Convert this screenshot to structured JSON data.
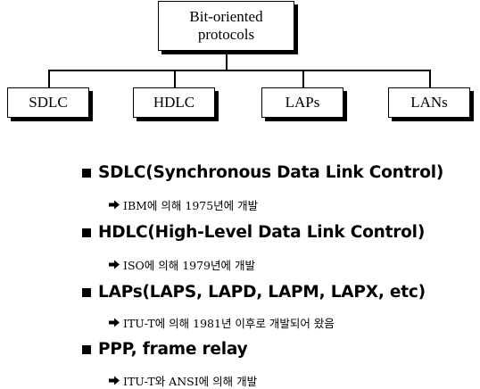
{
  "diagram": {
    "root": {
      "line1": "Bit-oriented",
      "line2": "protocols"
    },
    "children": [
      {
        "label": "SDLC"
      },
      {
        "label": "HDLC"
      },
      {
        "label": "LAPs"
      },
      {
        "label": "LANs"
      }
    ]
  },
  "list": [
    {
      "heading": "SDLC(Synchronous Data Link Control)",
      "detail": "IBM에 의해 1975년에 개발"
    },
    {
      "heading": "HDLC(High-Level Data Link Control)",
      "detail": "ISO에 의해 1979년에 개발"
    },
    {
      "heading": "LAPs(LAPS, LAPD, LAPM, LAPX, etc)",
      "detail": "ITU-T에 의해 1981년 이후로 개발되어 왔음"
    },
    {
      "heading": "PPP, frame relay",
      "detail": "ITU-T와 ANSI에 의해 개발"
    }
  ],
  "icons": {
    "bullet": "square-bullet-icon",
    "sub_bullet": "arrow-bullet-icon"
  }
}
